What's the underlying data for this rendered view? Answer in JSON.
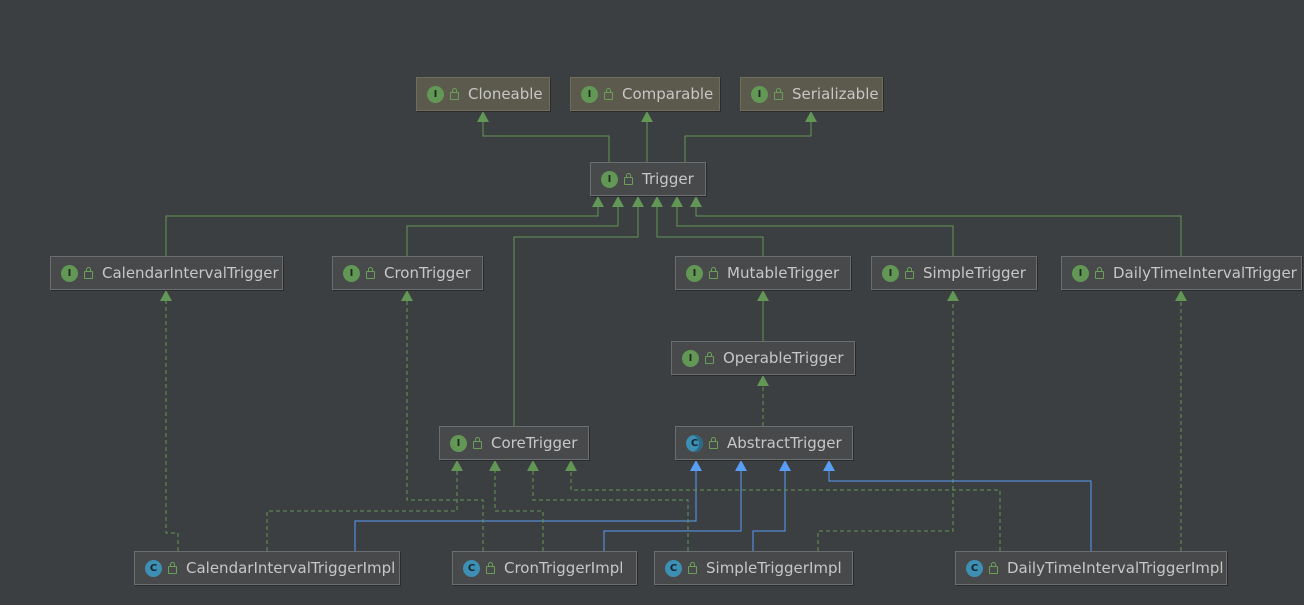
{
  "colors": {
    "background": "#3c3f41",
    "extends_edge": "#629755",
    "implements_edge": "#589df6",
    "interface_badge": "#629755",
    "class_badge": "#3d8fb4"
  },
  "icons": {
    "interface": "interface-icon",
    "class": "class-icon",
    "abstract_class": "abstract-class-icon",
    "visibility": "public-lock-icon"
  },
  "nodes": [
    {
      "id": "cloneable",
      "label": "Cloneable",
      "kind": "I",
      "kind_text": "I"
    },
    {
      "id": "comparable",
      "label": "Comparable",
      "kind": "I",
      "kind_text": "I"
    },
    {
      "id": "serializable",
      "label": "Serializable",
      "kind": "I",
      "kind_text": "I"
    },
    {
      "id": "trigger",
      "label": "Trigger",
      "kind": "I",
      "kind_text": "I"
    },
    {
      "id": "calendar-interval-trigger",
      "label": "CalendarIntervalTrigger",
      "kind": "I",
      "kind_text": "I"
    },
    {
      "id": "cron-trigger",
      "label": "CronTrigger",
      "kind": "I",
      "kind_text": "I"
    },
    {
      "id": "mutable-trigger",
      "label": "MutableTrigger",
      "kind": "I",
      "kind_text": "I"
    },
    {
      "id": "simple-trigger",
      "label": "SimpleTrigger",
      "kind": "I",
      "kind_text": "I"
    },
    {
      "id": "daily-time-interval-trigger",
      "label": "DailyTimeIntervalTrigger",
      "kind": "I",
      "kind_text": "I"
    },
    {
      "id": "operable-trigger",
      "label": "OperableTrigger",
      "kind": "I",
      "kind_text": "I"
    },
    {
      "id": "core-trigger",
      "label": "CoreTrigger",
      "kind": "I",
      "kind_text": "I"
    },
    {
      "id": "abstract-trigger",
      "label": "AbstractTrigger",
      "kind": "AC",
      "kind_text": "C"
    },
    {
      "id": "calendar-interval-trigger-impl",
      "label": "CalendarIntervalTriggerImpl",
      "kind": "C",
      "kind_text": "C"
    },
    {
      "id": "cron-trigger-impl",
      "label": "CronTriggerImpl",
      "kind": "C",
      "kind_text": "C"
    },
    {
      "id": "simple-trigger-impl",
      "label": "SimpleTriggerImpl",
      "kind": "C",
      "kind_text": "C"
    },
    {
      "id": "daily-time-interval-trigger-impl",
      "label": "DailyTimeIntervalTriggerImpl",
      "kind": "C",
      "kind_text": "C"
    }
  ],
  "edges": [
    {
      "from": "trigger",
      "to": "cloneable",
      "type": "extends"
    },
    {
      "from": "trigger",
      "to": "comparable",
      "type": "extends"
    },
    {
      "from": "trigger",
      "to": "serializable",
      "type": "extends"
    },
    {
      "from": "calendar-interval-trigger",
      "to": "trigger",
      "type": "extends"
    },
    {
      "from": "cron-trigger",
      "to": "trigger",
      "type": "extends"
    },
    {
      "from": "core-trigger",
      "to": "trigger",
      "type": "extends"
    },
    {
      "from": "mutable-trigger",
      "to": "trigger",
      "type": "extends"
    },
    {
      "from": "simple-trigger",
      "to": "trigger",
      "type": "extends"
    },
    {
      "from": "daily-time-interval-trigger",
      "to": "trigger",
      "type": "extends"
    },
    {
      "from": "operable-trigger",
      "to": "mutable-trigger",
      "type": "extends"
    },
    {
      "from": "abstract-trigger",
      "to": "operable-trigger",
      "type": "implements"
    },
    {
      "from": "calendar-interval-trigger-impl",
      "to": "calendar-interval-trigger",
      "type": "implements"
    },
    {
      "from": "calendar-interval-trigger-impl",
      "to": "core-trigger",
      "type": "implements"
    },
    {
      "from": "calendar-interval-trigger-impl",
      "to": "abstract-trigger",
      "type": "extends-class"
    },
    {
      "from": "cron-trigger-impl",
      "to": "cron-trigger",
      "type": "implements"
    },
    {
      "from": "cron-trigger-impl",
      "to": "core-trigger",
      "type": "implements"
    },
    {
      "from": "cron-trigger-impl",
      "to": "abstract-trigger",
      "type": "extends-class"
    },
    {
      "from": "simple-trigger-impl",
      "to": "core-trigger",
      "type": "implements"
    },
    {
      "from": "simple-trigger-impl",
      "to": "simple-trigger",
      "type": "implements"
    },
    {
      "from": "simple-trigger-impl",
      "to": "abstract-trigger",
      "type": "extends-class"
    },
    {
      "from": "daily-time-interval-trigger-impl",
      "to": "core-trigger",
      "type": "implements"
    },
    {
      "from": "daily-time-interval-trigger-impl",
      "to": "daily-time-interval-trigger",
      "type": "implements"
    },
    {
      "from": "daily-time-interval-trigger-impl",
      "to": "abstract-trigger",
      "type": "extends-class"
    }
  ]
}
